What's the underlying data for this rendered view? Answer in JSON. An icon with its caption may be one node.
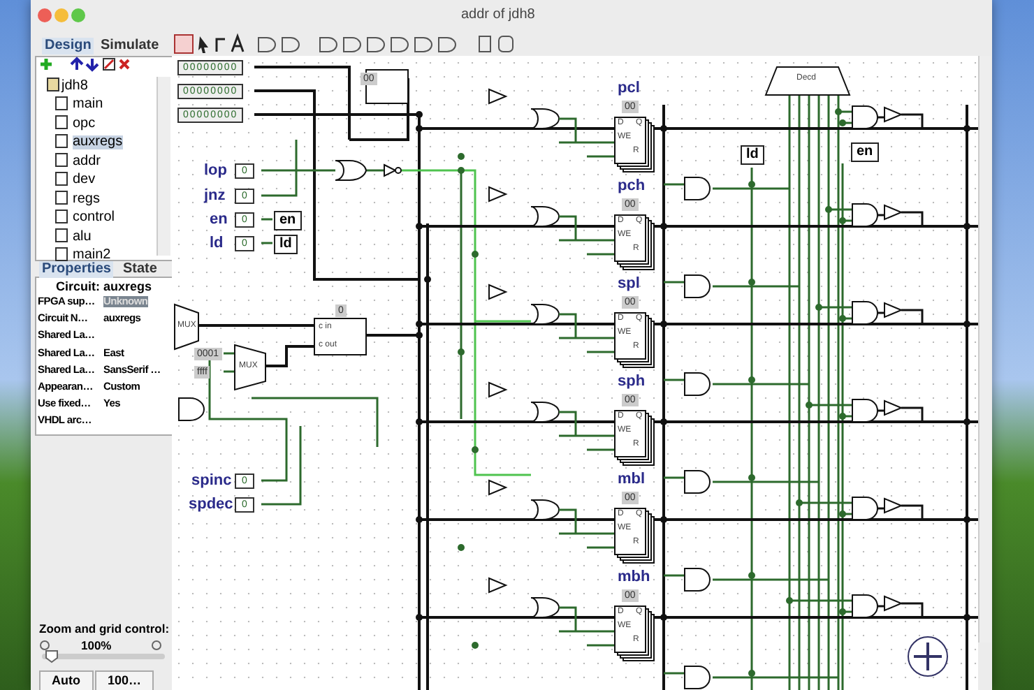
{
  "diagram": {
    "title": "addr of jdh8",
    "labels": [
      "Design",
      "Simulate",
      "jdh8",
      "main",
      "opc",
      "auxregs",
      "addr",
      "dev",
      "regs",
      "control",
      "alu",
      "main2",
      "Properties",
      "State",
      "Circuit: auxregs",
      "FPGA sup…",
      "Unknown",
      "Circuit N…",
      "auxregs",
      "Shared La…",
      "Shared La…",
      "East",
      "Shared La…",
      "SansSerif …",
      "Appearan…",
      "Custom",
      "Use fixed…",
      "Yes",
      "VHDL arc…",
      "Zoom and grid control:",
      "100%",
      "Auto",
      "100…",
      "00000000",
      "00000000",
      "00000000",
      "00",
      "lop",
      "0",
      "jnz",
      "0",
      "en",
      "0",
      "en",
      "ld",
      "0",
      "ld",
      "MUX",
      "0",
      "c in",
      "c out",
      "0001",
      "ffff",
      "MUX",
      "spinc",
      "0",
      "spdec",
      "0",
      "pcl",
      "00",
      "D",
      "Q",
      "WE",
      "R",
      "pch",
      "00",
      "D",
      "Q",
      "WE",
      "R",
      "spl",
      "00",
      "D",
      "Q",
      "WE",
      "R",
      "sph",
      "00",
      "D",
      "Q",
      "WE",
      "R",
      "mbl",
      "00",
      "D",
      "Q",
      "WE",
      "R",
      "mbh",
      "00",
      "D",
      "Q",
      "WE",
      "R",
      "Decd",
      "ld",
      "en"
    ]
  }
}
